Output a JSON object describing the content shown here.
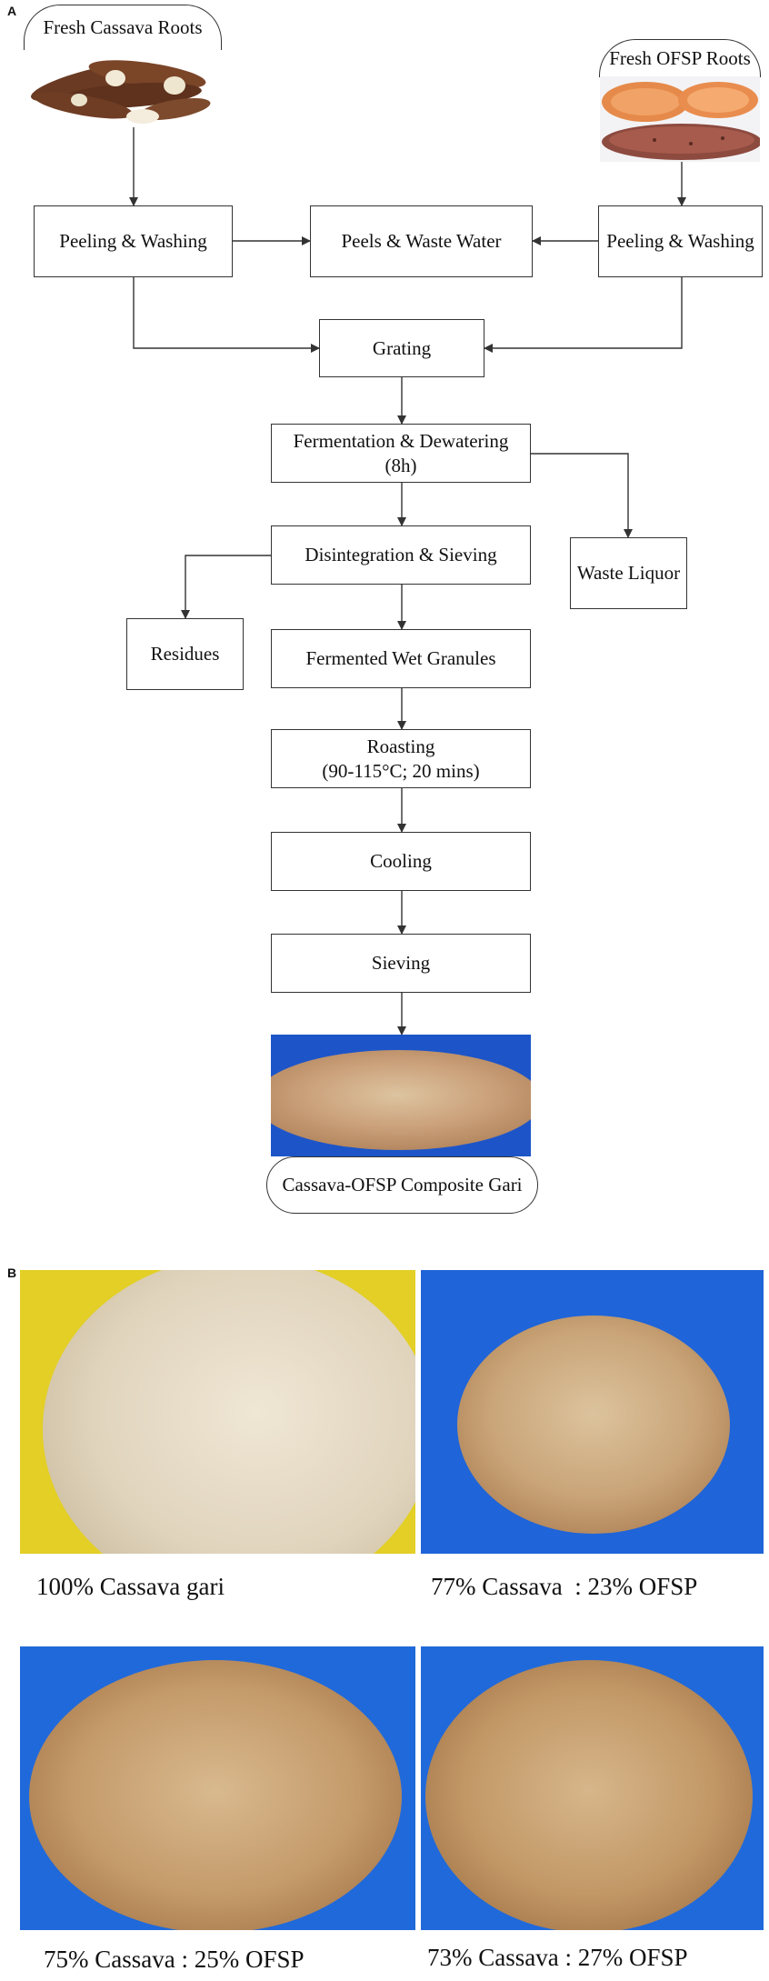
{
  "panels": {
    "a": "A",
    "b": "B"
  },
  "flowchart": {
    "start_left": "Fresh Cassava Roots",
    "start_right": "Fresh OFSP Roots",
    "peel_left": "Peeling & Washing",
    "waste": "Peels & Waste Water",
    "peel_right": "Peeling & Washing",
    "grating": "Grating",
    "ferment_line1": "Fermentation & Dewatering",
    "ferment_line2": "(8h)",
    "waste_liquor": "Waste Liquor",
    "disintegration": "Disintegration & Sieving",
    "residues": "Residues",
    "wet_granules": "Fermented Wet Granules",
    "roast_line1": "Roasting",
    "roast_line2": "(90-115°C; 20 mins)",
    "cooling": "Cooling",
    "sieving": "Sieving",
    "end": "Cassava-OFSP Composite Gari"
  },
  "samples": [
    {
      "caption": "100% Cassava gari"
    },
    {
      "caption": "77% Cassava  : 23% OFSP"
    },
    {
      "caption": "75% Cassava : 25% OFSP"
    },
    {
      "caption": "73% Cassava : 27% OFSP"
    }
  ],
  "colors": {
    "line": "#333333",
    "bowl_blue": "#1f63d6",
    "bowl_yellow": "#e8d22a",
    "gari_white": "#e6dcc8",
    "gari_orange": "#c79a63"
  },
  "icons": {
    "cassava": "cassava-roots-photo",
    "ofsp": "sweet-potato-photo",
    "gari": "gari-photo"
  }
}
